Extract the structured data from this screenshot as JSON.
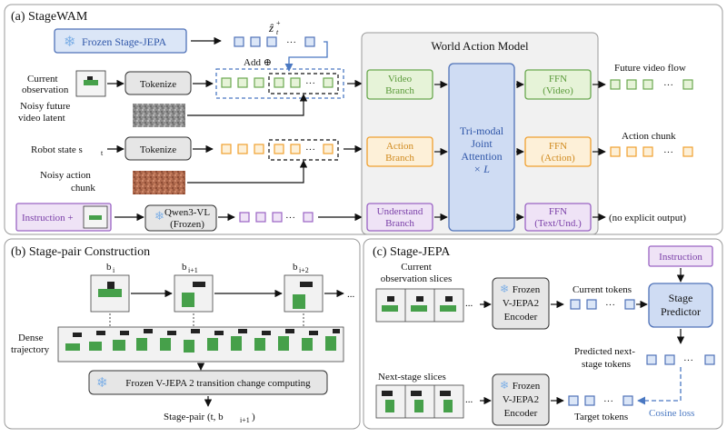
{
  "panels": {
    "a": "(a) StageWAM",
    "b": "(b) Stage-pair Construction",
    "c": "(c) Stage-JEPA"
  },
  "panel_a": {
    "frozen_stage_jepa": "Frozen Stage-JEPA",
    "z_hat": "ẑ",
    "z_hat_sub": "t",
    "z_hat_sup": "+",
    "add": "Add ⊕",
    "current_obs_1": "Current",
    "current_obs_2": "observation",
    "tokenize": "Tokenize",
    "noisy_future_1": "Noisy future",
    "noisy_future_2": "video latent",
    "robot_state": "Robot state s",
    "robot_state_sub": "t",
    "noisy_action_1": "Noisy action",
    "noisy_action_2": "chunk",
    "instruction": "Instruction +",
    "qwen_1": "Qwen3-VL",
    "qwen_2": "(Frozen)",
    "wam_title": "World Action Model",
    "video_branch_1": "Video",
    "video_branch_2": "Branch",
    "action_branch_1": "Action",
    "action_branch_2": "Branch",
    "understand_branch_1": "Understand",
    "understand_branch_2": "Branch",
    "tri_1": "Tri-modal",
    "tri_2": "Joint",
    "tri_3": "Attention",
    "tri_4": "× L",
    "ffn_video_1": "FFN",
    "ffn_video_2": "(Video)",
    "ffn_action_1": "FFN",
    "ffn_action_2": "(Action)",
    "ffn_text_1": "FFN",
    "ffn_text_2": "(Text/Und.)",
    "future_video_flow": "Future video flow",
    "action_chunk": "Action chunk",
    "no_output": "(no explicit output)",
    "dots": "···"
  },
  "panel_b": {
    "b_i": "b",
    "b_i_sub": "i",
    "b_i1_sub": "i+1",
    "b_i2_sub": "i+2",
    "dense_1": "Dense",
    "dense_2": "trajectory",
    "frozen_vjepa": "Frozen V-JEPA 2 transition change computing",
    "stage_pair": "Stage-pair (t, b",
    "stage_pair_sub": "i+1",
    "stage_pair_end": ")",
    "ellipsis": "..."
  },
  "panel_c": {
    "current_slices_1": "Current",
    "current_slices_2": "observation slices",
    "encoder_1": "Frozen",
    "encoder_2": "V-JEPA2",
    "encoder_3": "Encoder",
    "current_tokens": "Current tokens",
    "instruction": "Instruction",
    "predictor_1": "Stage",
    "predictor_2": "Predictor",
    "predicted_1": "Predicted next-",
    "predicted_2": "stage tokens",
    "next_slices": "Next-stage slices",
    "target_tokens": "Target tokens",
    "cosine_loss": "Cosine loss",
    "ellipsis": "...",
    "dots": "···"
  },
  "colors": {
    "blue_fill": "#dbe6f7",
    "blue_stroke": "#4f72b8",
    "green_fill": "#e6f3d8",
    "green_stroke": "#6aa84f",
    "orange_fill": "#fdf0d8",
    "orange_stroke": "#f0a030",
    "purple_fill": "#efe3f6",
    "purple_stroke": "#9a63c4",
    "gray_fill": "#e8e8e8",
    "dashed_blue": "#4a78c2",
    "cosine_text": "#4a78c2"
  }
}
